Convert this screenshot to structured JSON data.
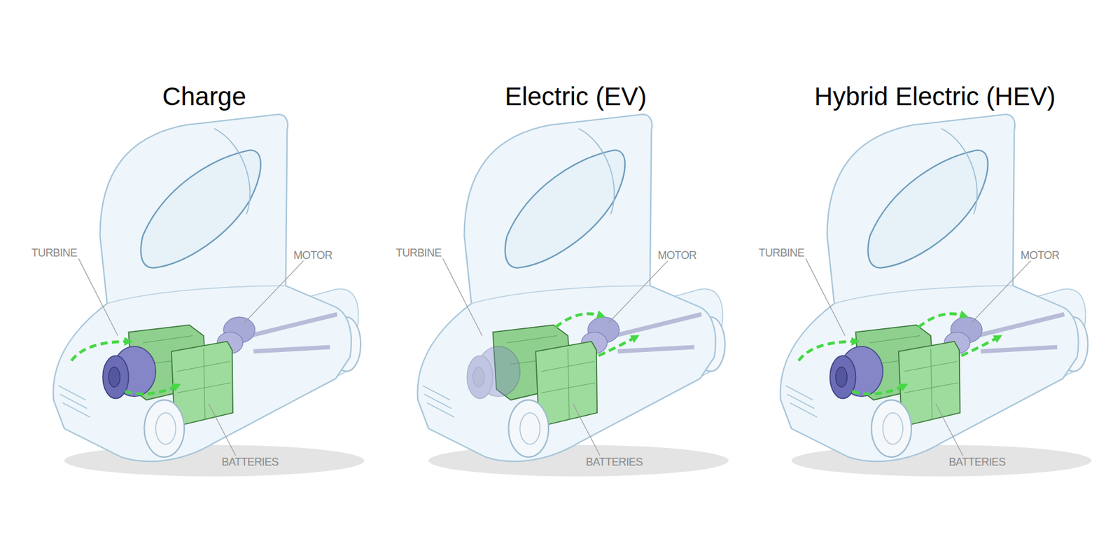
{
  "diagram": {
    "labels": [
      "Charge",
      "TURBINE",
      "MOTOR",
      "BATTERIES",
      "Electric (EV)",
      "TURBINE",
      "MOTOR",
      "BATTERIES",
      "Hybrid Electric (HEV)",
      "TURBINE",
      "MOTOR",
      "BATTERIES"
    ]
  }
}
